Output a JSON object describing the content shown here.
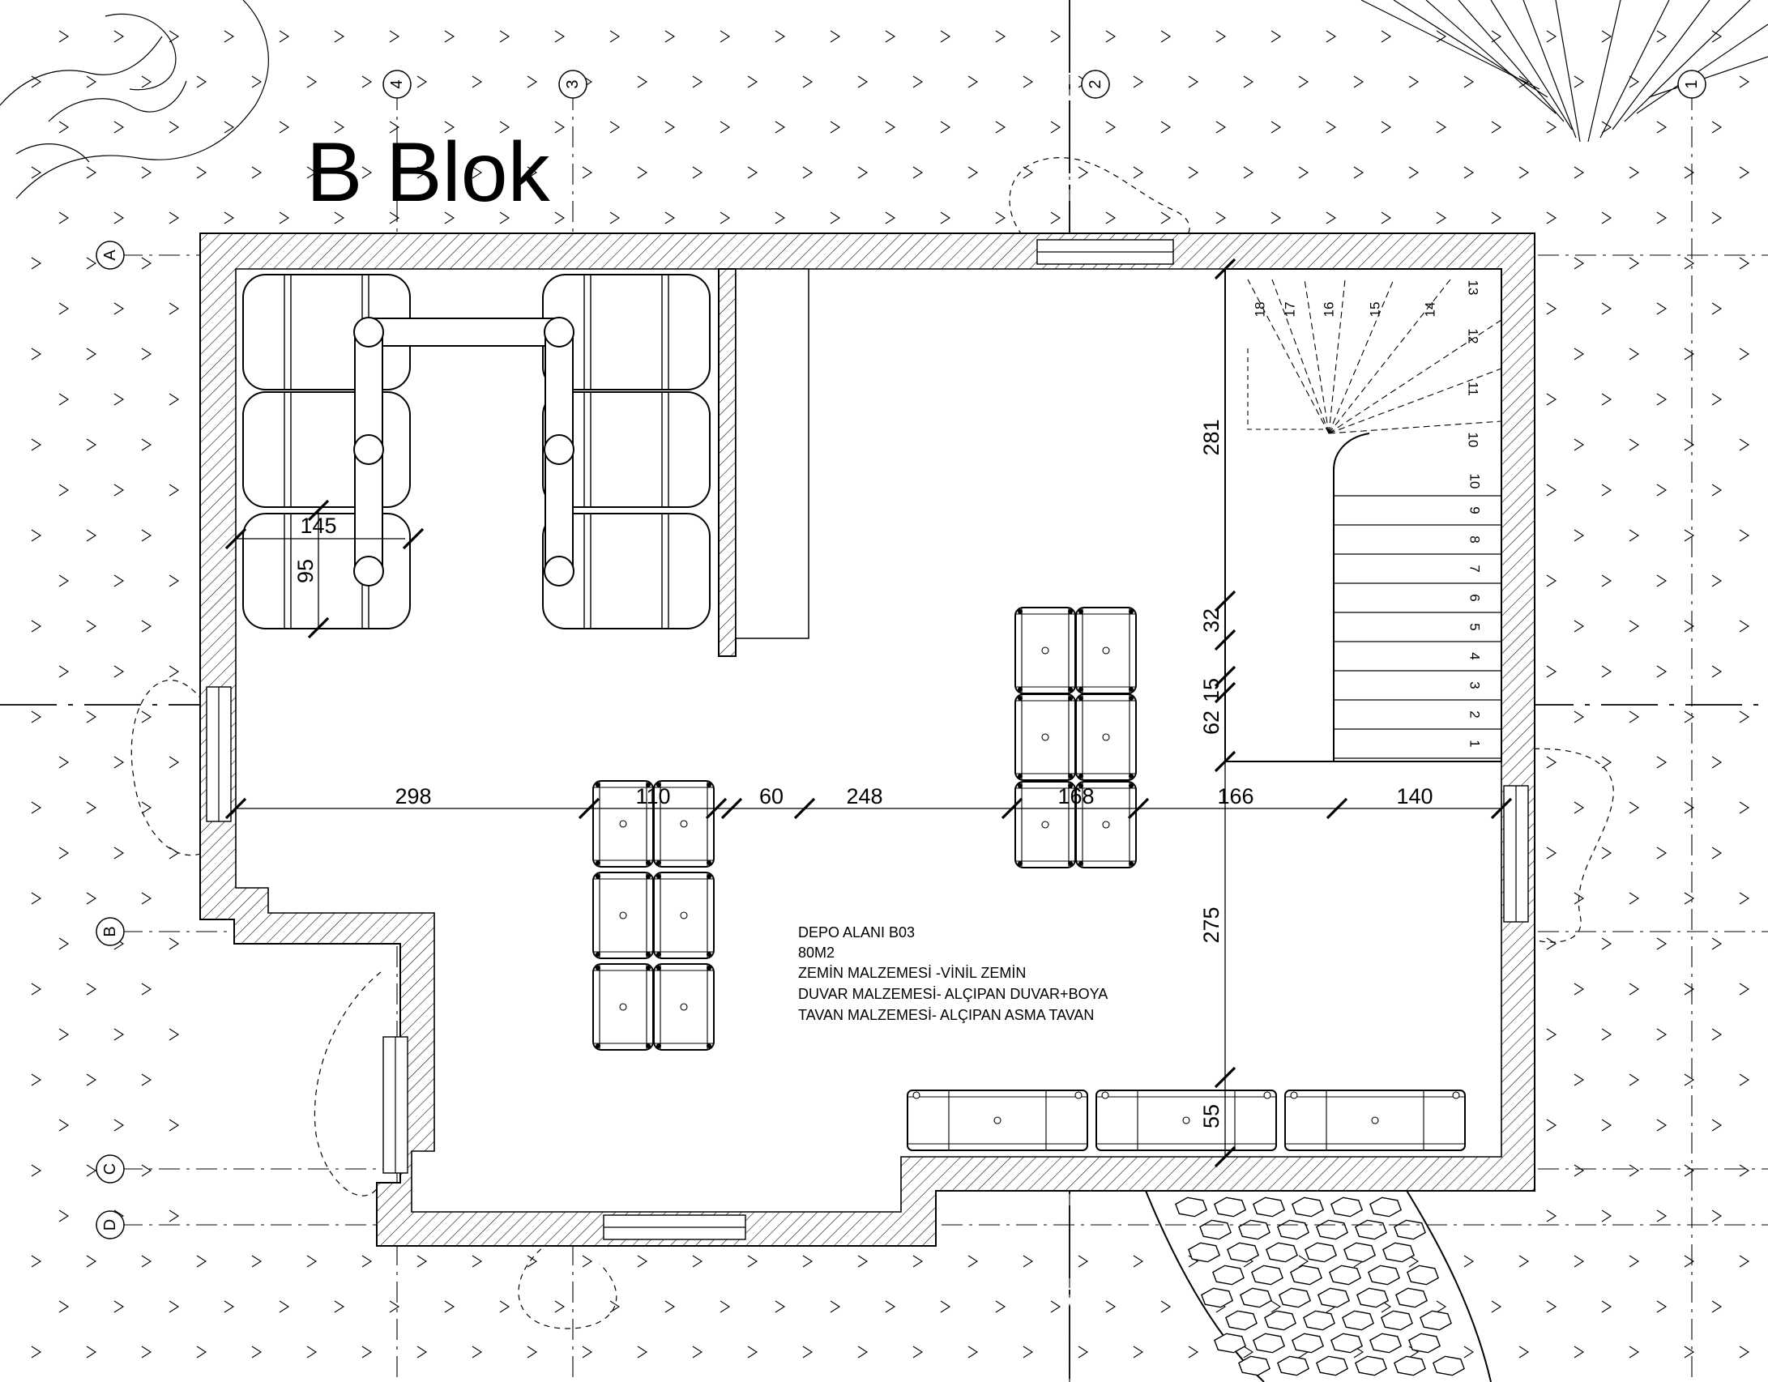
{
  "title": "B Blok",
  "grid_axes": {
    "columns": [
      "4",
      "3",
      "2",
      "1"
    ],
    "rows": [
      "A",
      "B",
      "C",
      "D"
    ]
  },
  "dimensions": {
    "horizontal": [
      "298",
      "110",
      "60",
      "248",
      "168",
      "166",
      "140"
    ],
    "vertical": [
      "281",
      "32",
      "15",
      "62",
      "275",
      "55"
    ],
    "table": [
      "145",
      "95"
    ]
  },
  "room_note": {
    "name": "DEPO ALANI B03",
    "area": "80M2",
    "floor": "ZEMİN MALZEMESİ -VİNİL ZEMİN",
    "wall": "DUVAR MALZEMESİ- ALÇIPAN DUVAR+BOYA",
    "ceiling": "TAVAN MALZEMESİ- ALÇIPAN ASMA TAVAN"
  },
  "stair_steps": [
    "1",
    "2",
    "3",
    "4",
    "5",
    "6",
    "7",
    "8",
    "9",
    "10",
    "11",
    "12",
    "13",
    "14",
    "15",
    "16",
    "17",
    "18"
  ]
}
